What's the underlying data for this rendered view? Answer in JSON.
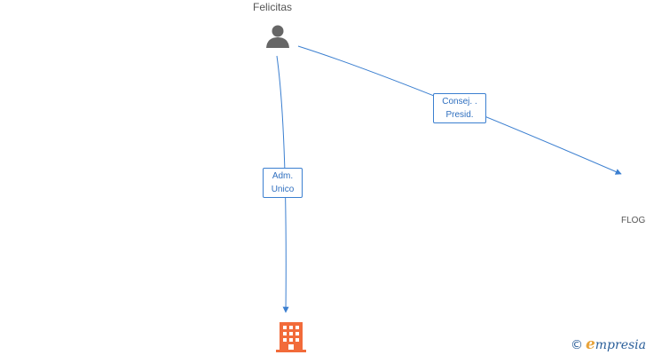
{
  "nodes": {
    "person": {
      "label": "Felicitas",
      "icon": "person-icon"
    },
    "company_right": {
      "label": "FLOG",
      "icon": ""
    },
    "company_bottom": {
      "label": "",
      "icon": "building-icon"
    }
  },
  "edges": [
    {
      "from": "person",
      "to": "company_bottom",
      "line1": "Adm.",
      "line2": "Unico"
    },
    {
      "from": "person",
      "to": "company_right",
      "line1": "Consej. .",
      "line2": "Presid."
    }
  ],
  "watermark": {
    "copyright": "©",
    "brand_initial": "e",
    "brand_rest": "mpresia"
  },
  "colors": {
    "edge": "#3b7fd0",
    "person_icon": "#666666",
    "building": "#f26b3a",
    "brand": "#2b5f9a",
    "brand_accent": "#e8a33a"
  }
}
